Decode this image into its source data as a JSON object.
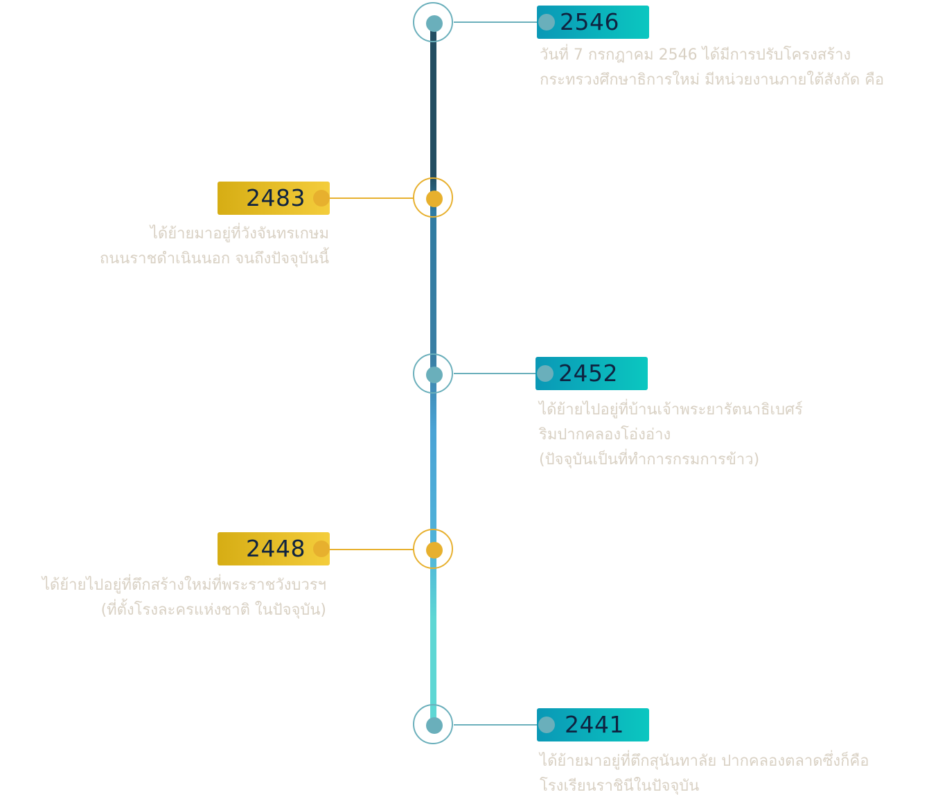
{
  "timeline": {
    "events": [
      {
        "year": "2546",
        "lines": [
          "วันที่ 7 กรกฎาคม 2546 ได้มีการปรับโครงสร้าง",
          "กระทรวงศึกษาธิการใหม่ มีหน่วยงานภายใต้สังกัด คือ"
        ]
      },
      {
        "year": "2483",
        "lines": [
          "ได้ย้ายมาอยู่ที่วังจันทรเกษม",
          "ถนนราชดำเนินนอก จนถึงปัจจุบันนี้"
        ]
      },
      {
        "year": "2452",
        "lines": [
          "ได้ย้ายไปอยู่ที่บ้านเจ้าพระยารัตนาธิเบศร์",
          "ริมปากคลองโอ่งอ่าง",
          "(ปัจจุบันเป็นที่ทำการกรมการข้าว)"
        ]
      },
      {
        "year": "2448",
        "lines": [
          "ได้ย้ายไปอยู่ที่ตึกสร้างใหม่ที่พระราชวังบวรฯ",
          "(ที่ตั้งโรงละครแห่งชาติ ในปัจจุบัน)"
        ]
      },
      {
        "year": "2441",
        "lines": [
          "ได้ย้ายมาอยู่ที่ตึกสุนันทาลัย ปากคลองตลาดซึ่งก็คือ",
          "โรงเรียนราชินีในปัจจุบัน"
        ]
      }
    ]
  },
  "colors": {
    "teal_accent": "#6aafbb",
    "gold_accent": "#e7b02e",
    "year_text": "#0f2340",
    "description_text": "#d9d1c4"
  }
}
